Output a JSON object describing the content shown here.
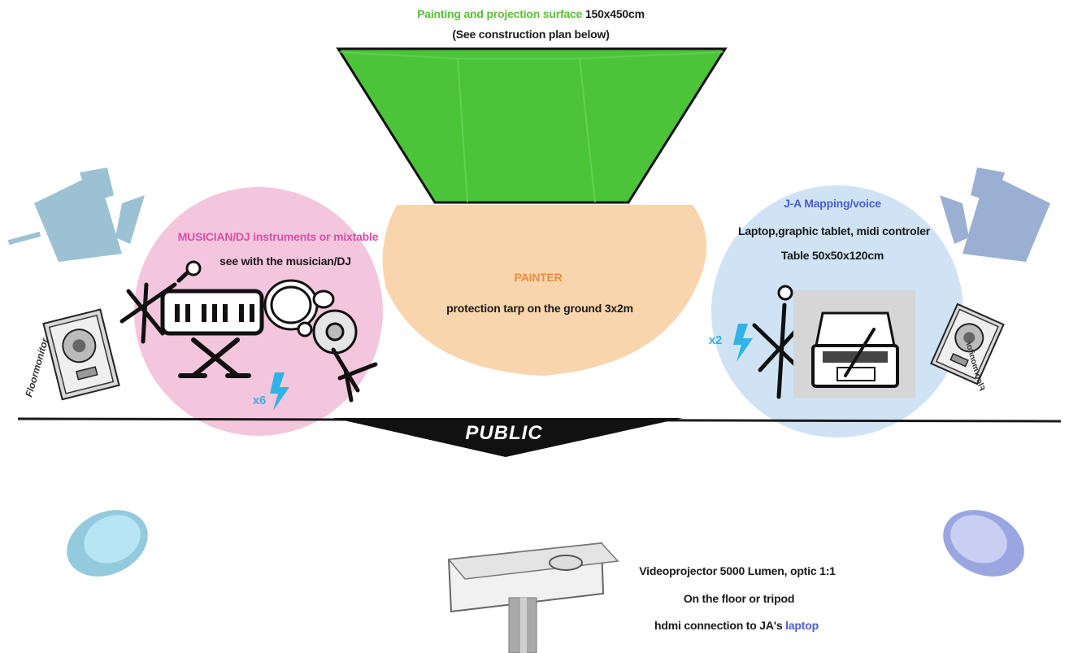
{
  "surface": {
    "title": "Painting and projection surface",
    "size": "150x450cm",
    "note": "(See construction plan below)",
    "color": "#4cc43a"
  },
  "musician": {
    "title": "MUSICIAN/DJ instruments or mixtable",
    "note": "see with the musician/DJ",
    "power_count": "x6",
    "color": "#f4c6de"
  },
  "painter": {
    "title": "PAINTER",
    "note": "protection tarp on the ground 3x2m",
    "color": "#f9d5ad"
  },
  "mapping": {
    "title": "J-A Mapping/voice",
    "equipment": "Laptop,graphic tablet, midi controler",
    "table": "Table 50x50x120cm",
    "power_count": "x2",
    "color": "#cfe3f5"
  },
  "public": {
    "label": "PUBLIC"
  },
  "floormonitor_left": "Floormonitor",
  "floormonitor_right": "Floormonitor",
  "projector": {
    "line1": "Videoprojector 5000 Lumen, optic 1:1",
    "line2": "On the floor or tripod",
    "line3_prefix": "hdmi connection to JA's",
    "line3_highlight": "laptop"
  },
  "icons": [
    "spotlight-icon",
    "par-light-icon",
    "floormonitor-icon",
    "microphone-icon",
    "keyboard-icon",
    "drum-icon",
    "laptop-icon",
    "power-icon",
    "projector-icon"
  ]
}
